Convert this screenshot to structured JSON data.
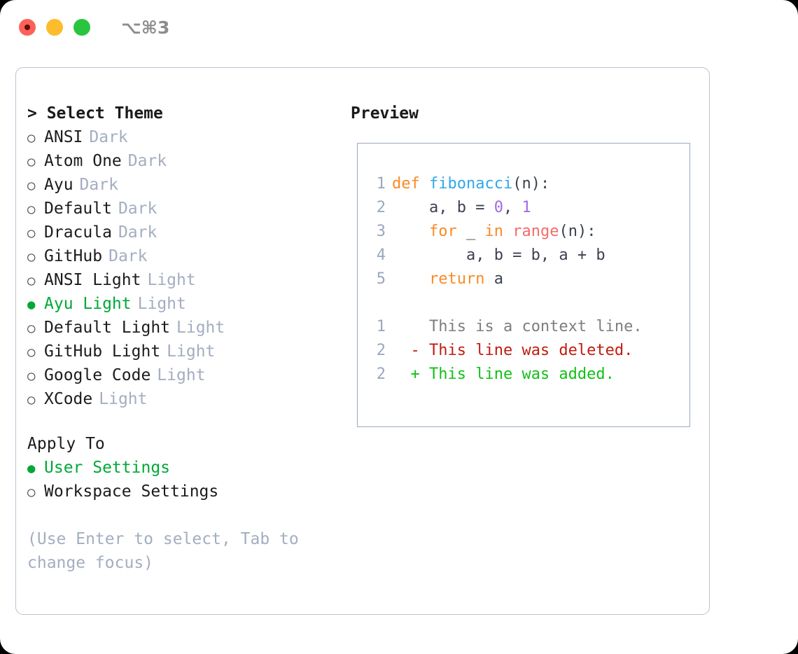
{
  "titlebar": {
    "lights": [
      "close-red",
      "minimize-yellow",
      "maximize-green"
    ],
    "shortcut": "⌥⌘3"
  },
  "left": {
    "select_theme_title": "> Select Theme",
    "themes": [
      {
        "bullet": "○",
        "label": "ANSI",
        "tag": "Dark",
        "selected": false
      },
      {
        "bullet": "○",
        "label": "Atom One",
        "tag": "Dark",
        "selected": false
      },
      {
        "bullet": "○",
        "label": "Ayu",
        "tag": "Dark",
        "selected": false
      },
      {
        "bullet": "○",
        "label": "Default",
        "tag": "Dark",
        "selected": false
      },
      {
        "bullet": "○",
        "label": "Dracula",
        "tag": "Dark",
        "selected": false
      },
      {
        "bullet": "○",
        "label": "GitHub",
        "tag": "Dark",
        "selected": false
      },
      {
        "bullet": "○",
        "label": "ANSI Light",
        "tag": "Light",
        "selected": false
      },
      {
        "bullet": "●",
        "label": "Ayu Light",
        "tag": "Light",
        "selected": true
      },
      {
        "bullet": "○",
        "label": "Default Light",
        "tag": "Light",
        "selected": false
      },
      {
        "bullet": "○",
        "label": "GitHub Light",
        "tag": "Light",
        "selected": false
      },
      {
        "bullet": "○",
        "label": "Google Code",
        "tag": "Light",
        "selected": false
      },
      {
        "bullet": "○",
        "label": "XCode",
        "tag": "Light",
        "selected": false
      }
    ],
    "apply_to_title": "Apply To",
    "apply_to": [
      {
        "bullet": "●",
        "label": "User Settings",
        "selected": true
      },
      {
        "bullet": "○",
        "label": "Workspace Settings",
        "selected": false
      }
    ],
    "hint": "(Use Enter to select, Tab to change focus)"
  },
  "right": {
    "preview_title": "Preview",
    "code_lines": [
      {
        "no": "1",
        "tokens": [
          {
            "t": "def ",
            "c": "kw"
          },
          {
            "t": "fibonacci",
            "c": "fn"
          },
          {
            "t": "(n):",
            "c": "pl"
          }
        ]
      },
      {
        "no": "2",
        "tokens": [
          {
            "t": "    a, b = ",
            "c": "pl"
          },
          {
            "t": "0",
            "c": "num"
          },
          {
            "t": ", ",
            "c": "pl"
          },
          {
            "t": "1",
            "c": "num"
          }
        ]
      },
      {
        "no": "3",
        "tokens": [
          {
            "t": "    ",
            "c": "pl"
          },
          {
            "t": "for",
            "c": "kw"
          },
          {
            "t": " _ ",
            "c": "pl"
          },
          {
            "t": "in",
            "c": "kw"
          },
          {
            "t": " ",
            "c": "pl"
          },
          {
            "t": "range",
            "c": "blt"
          },
          {
            "t": "(n):",
            "c": "pl"
          }
        ]
      },
      {
        "no": "4",
        "tokens": [
          {
            "t": "        a, b = b, a + b",
            "c": "pl"
          }
        ]
      },
      {
        "no": "5",
        "tokens": [
          {
            "t": "    ",
            "c": "pl"
          },
          {
            "t": "return",
            "c": "kw"
          },
          {
            "t": " a",
            "c": "pl"
          }
        ]
      }
    ],
    "diff_lines": [
      {
        "no": "1",
        "marker": " ",
        "text": " This is a context line.",
        "kind": "d-ctx"
      },
      {
        "no": "2",
        "marker": "-",
        "text": " This line was deleted.",
        "kind": "d-del"
      },
      {
        "no": "2",
        "marker": "+",
        "text": " This line was added.",
        "kind": "d-add"
      }
    ]
  },
  "colors": {
    "accent_green": "#00a838",
    "muted": "#a3aec0",
    "border": "#b9c2cf",
    "panel_border": "#9aa8bc",
    "keyword": "#f98b26",
    "function": "#2fa8e8",
    "number": "#a26be8",
    "builtin": "#f76a6a",
    "diff_deleted": "#c01c11",
    "diff_added": "#12c016"
  }
}
